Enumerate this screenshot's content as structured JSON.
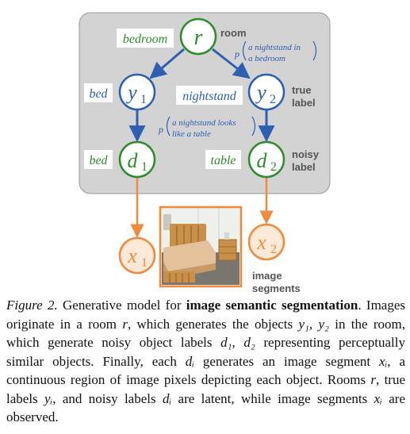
{
  "diagram": {
    "nodes": {
      "r": "r",
      "y1": "y",
      "y1_sub": "1",
      "y2": "y",
      "y2_sub": "2",
      "d1": "d",
      "d1_sub": "1",
      "d2": "d",
      "d2_sub": "2",
      "x1": "x",
      "x1_sub": "1",
      "x2": "x",
      "x2_sub": "2"
    },
    "boxes": {
      "bedroom": "bedroom",
      "bed_true": "bed",
      "nightstand": "nightstand",
      "bed_noisy": "bed",
      "table": "table"
    },
    "side_labels": {
      "room": "room",
      "true_1": "true",
      "true_2": "label",
      "noisy_1": "noisy",
      "noisy_2": "label",
      "segments_1": "image",
      "segments_2": "segments"
    },
    "probabilities": {
      "p_symbol": "p",
      "top_line1": "a nightstand in",
      "top_line2": "a bedroom",
      "mid_line1": "a nightstand looks",
      "mid_line2": "like a table"
    },
    "colors": {
      "panel": "#d3d3d3",
      "green": "#2e8b2e",
      "blue": "#2f5fb0",
      "orange": "#f08a3c",
      "orange_fill": "#fde9d8"
    }
  },
  "caption": {
    "fig_label": "Figure 2.",
    "t1": " Generative model for ",
    "bold": "image semantic segmentation",
    "t2": ". Images originate in a room ",
    "r": "r",
    "t3": ", which generates the objects ",
    "y12": "y₁, y₂",
    "t4": " in the room, which generate noisy object labels ",
    "d12": "d₁, d₂",
    "t5": " representing perceptually similar objects. Finally, each ",
    "di": "dᵢ",
    "t6": " generates an image segment ",
    "xi": "xᵢ",
    "t7": ", a continuous region of image pixels depicting each object. Rooms ",
    "r2": "r",
    "t8": ", true labels ",
    "yi": "yᵢ",
    "t9": ", and noisy labels ",
    "di2": "dᵢ",
    "t10": " are latent, while image segments ",
    "xi2": "xᵢ",
    "t11": " are observed."
  }
}
